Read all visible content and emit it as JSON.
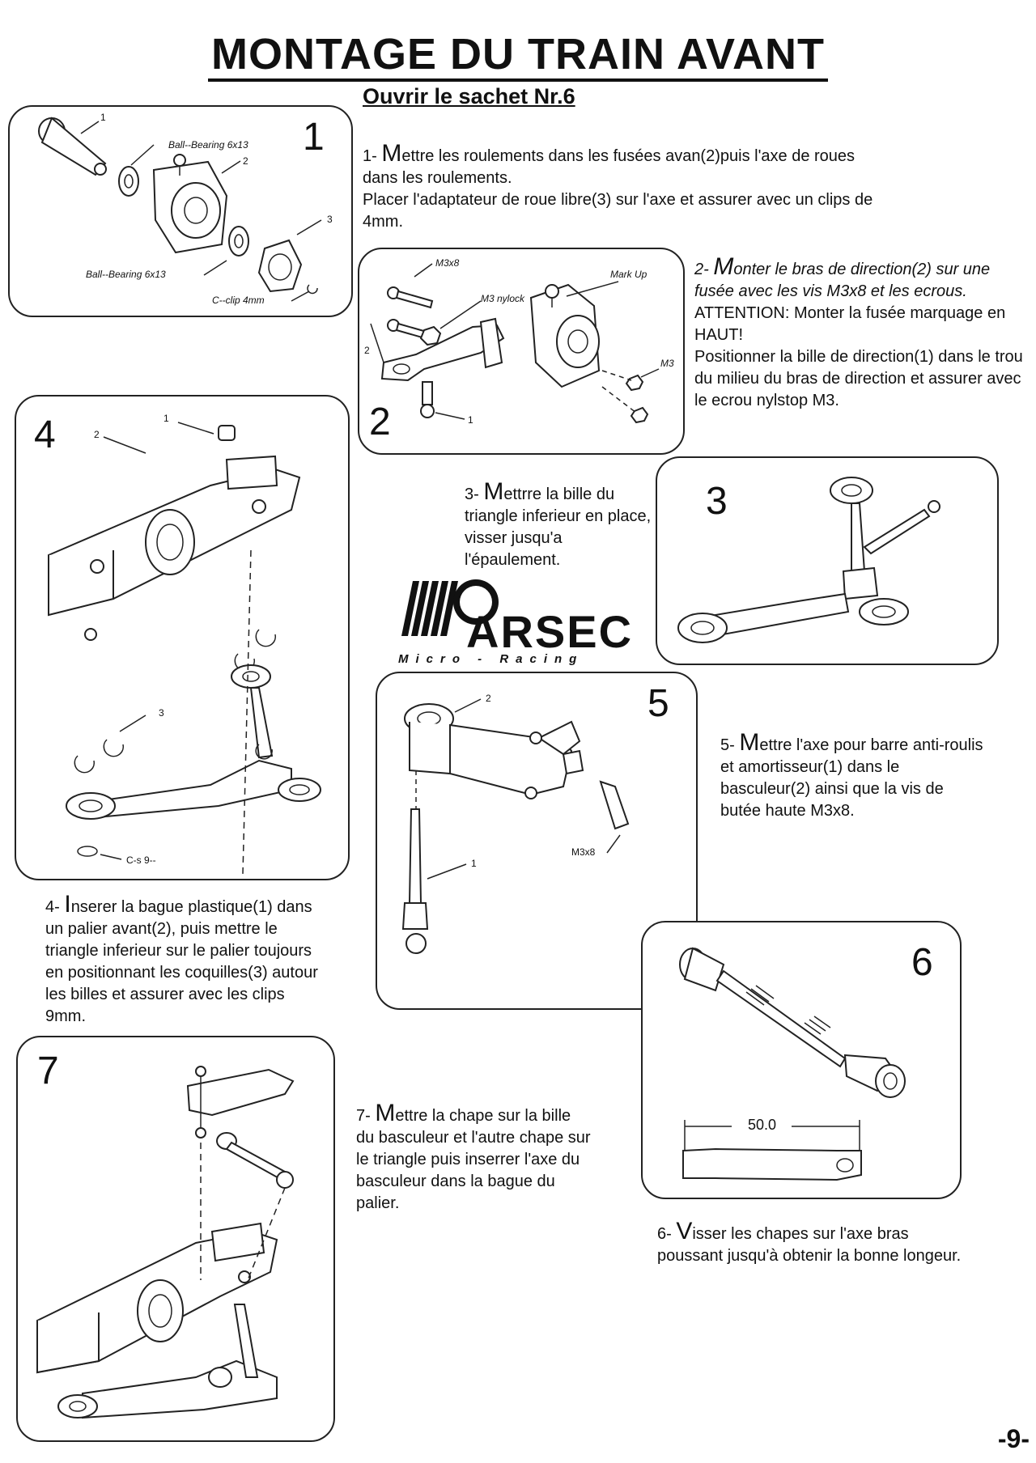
{
  "title": "MONTAGE DU TRAIN AVANT",
  "subtitle": "Ouvrir le sachet Nr.6",
  "logo": {
    "text": "ARSEC",
    "sub": "Micro - Racing"
  },
  "page_number": "-9-",
  "steps": {
    "s1": {
      "num": "1",
      "cap": "M",
      "prefix": "1- ",
      "text": "ettre les roulements dans les fusées avan(2)puis l'axe de roues dans les roulements.",
      "text2": "Placer l'adaptateur de roue libre(3) sur l'axe et assurer avec un clips de 4mm."
    },
    "s2": {
      "num": "2",
      "cap": "M",
      "prefix": "2- ",
      "text": "onter le bras de direction(2) sur une fusée avec les vis M3x8 et les ecrous.",
      "text2": "ATTENTION: Monter la fusée marquage en HAUT!",
      "text3": "Positionner la bille de direction(1) dans le trou du milieu du bras de direction et assurer avec le ecrou nylstop M3."
    },
    "s3": {
      "num": "3",
      "cap": "M",
      "prefix": "3- ",
      "text": "ettrre la bille du triangle inferieur en place, visser jusqu'a l'épaulement."
    },
    "s4": {
      "num": "4",
      "cap": "I",
      "prefix": "4- ",
      "text": "nserer la bague plastique(1) dans un palier avant(2), puis mettre le triangle inferieur sur le palier toujours en positionnant les coquilles(3) autour les billes et assurer avec les clips 9mm."
    },
    "s5": {
      "num": "5",
      "cap": "M",
      "prefix": "5- ",
      "text": "ettre l'axe pour barre anti-roulis et amortisseur(1) dans le basculeur(2) ainsi que la vis de butée haute M3x8."
    },
    "s6": {
      "num": "6",
      "cap": "V",
      "prefix": "6- ",
      "text": "isser les chapes sur l'axe bras poussant jusqu'à obtenir la bonne longeur."
    },
    "s7": {
      "num": "7",
      "cap": "M",
      "prefix": "7- ",
      "text": "ettre la chape sur la bille du basculeur et l'autre chape sur le triangle puis inserrer l'axe du basculeur dans la bague du palier."
    }
  },
  "labels": {
    "p1_1": "1",
    "p1_bb1": "Ball--Bearing 6x13",
    "p1_2": "2",
    "p1_3": "3",
    "p1_bb2": "Ball--Bearing 6x13",
    "p1_clip": "C--clip 4mm",
    "p2_m3x8": "M3x8",
    "p2_nylock": "M3 nylock",
    "p2_markup": "Mark Up",
    "p2_m3": "M3",
    "p2_2": "2",
    "p2_1": "1",
    "p4_1": "1",
    "p4_2": "2",
    "p4_3": "3",
    "p4_clip": "C-s 9--",
    "p5_2": "2",
    "p5_1": "1",
    "p5_m3x8": "M3x8",
    "p6_dim": "50.0"
  }
}
